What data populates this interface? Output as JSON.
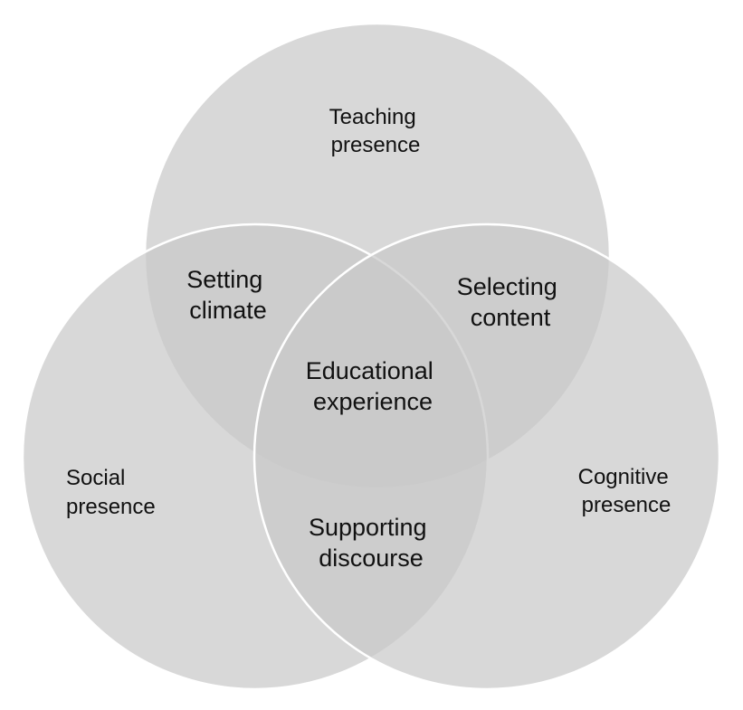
{
  "diagram": {
    "type": "venn",
    "sets": [
      {
        "id": "teaching",
        "lines": [
          "Teaching",
          "presence"
        ]
      },
      {
        "id": "social",
        "lines": [
          "Social",
          "presence"
        ]
      },
      {
        "id": "cognitive",
        "lines": [
          "Cognitive",
          "presence"
        ]
      }
    ],
    "intersections": [
      {
        "id": "setting-climate",
        "sets": [
          "teaching",
          "social"
        ],
        "lines": [
          "Setting",
          "climate"
        ]
      },
      {
        "id": "selecting-content",
        "sets": [
          "teaching",
          "cognitive"
        ],
        "lines": [
          "Selecting",
          "content"
        ]
      },
      {
        "id": "supporting-discourse",
        "sets": [
          "social",
          "cognitive"
        ],
        "lines": [
          "Supporting",
          "discourse"
        ]
      },
      {
        "id": "educational-experience",
        "sets": [
          "teaching",
          "social",
          "cognitive"
        ],
        "lines": [
          "Educational",
          "experience"
        ]
      }
    ],
    "colors": {
      "circle_fill": "#c9c9c9",
      "circle_stroke": "#ffffff",
      "text": "#111111",
      "background": "#ffffff"
    }
  }
}
